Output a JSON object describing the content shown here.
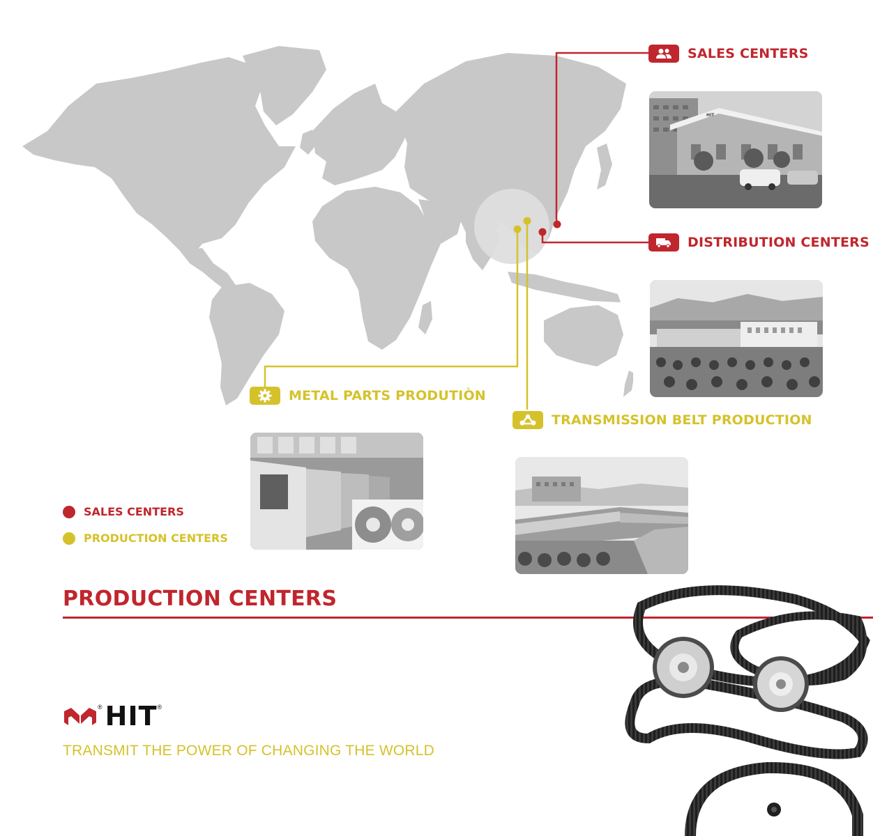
{
  "callouts": {
    "sales": {
      "label": "SALES CENTERS",
      "icon": "users-icon"
    },
    "distribution": {
      "label": "DISTRIBUTION CENTERS",
      "icon": "truck-icon"
    },
    "metal": {
      "label": "METAL PARTS PRODUTIÒN",
      "icon": "gear-icon"
    },
    "belt": {
      "label": "TRANSMISSION BELT PRODUCTION",
      "icon": "belt-icon"
    }
  },
  "legend": {
    "sales": "SALES CENTERS",
    "production": "PRODUCTION CENTERS"
  },
  "section": {
    "title": "PRODUCTION CENTERS"
  },
  "brand": {
    "name": "HIT",
    "reg_mark": "®",
    "tagline": "TRANSMIT THE POWER OF CHANGING THE WORLD"
  },
  "photo_signs": {
    "office": "HIT"
  },
  "colors": {
    "red": "#c0262d",
    "yellow": "#d5c22b",
    "map_gray": "#c8c8c8",
    "highlight": "#d9d9d9"
  }
}
